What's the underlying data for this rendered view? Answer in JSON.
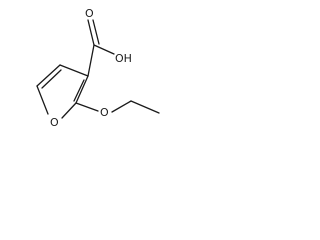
{
  "structure": {
    "atoms": {
      "carbonyl_oxygen": "O",
      "hydroxyl": "OH",
      "ring_oxygen": "O",
      "ether_oxygen": "O"
    }
  }
}
